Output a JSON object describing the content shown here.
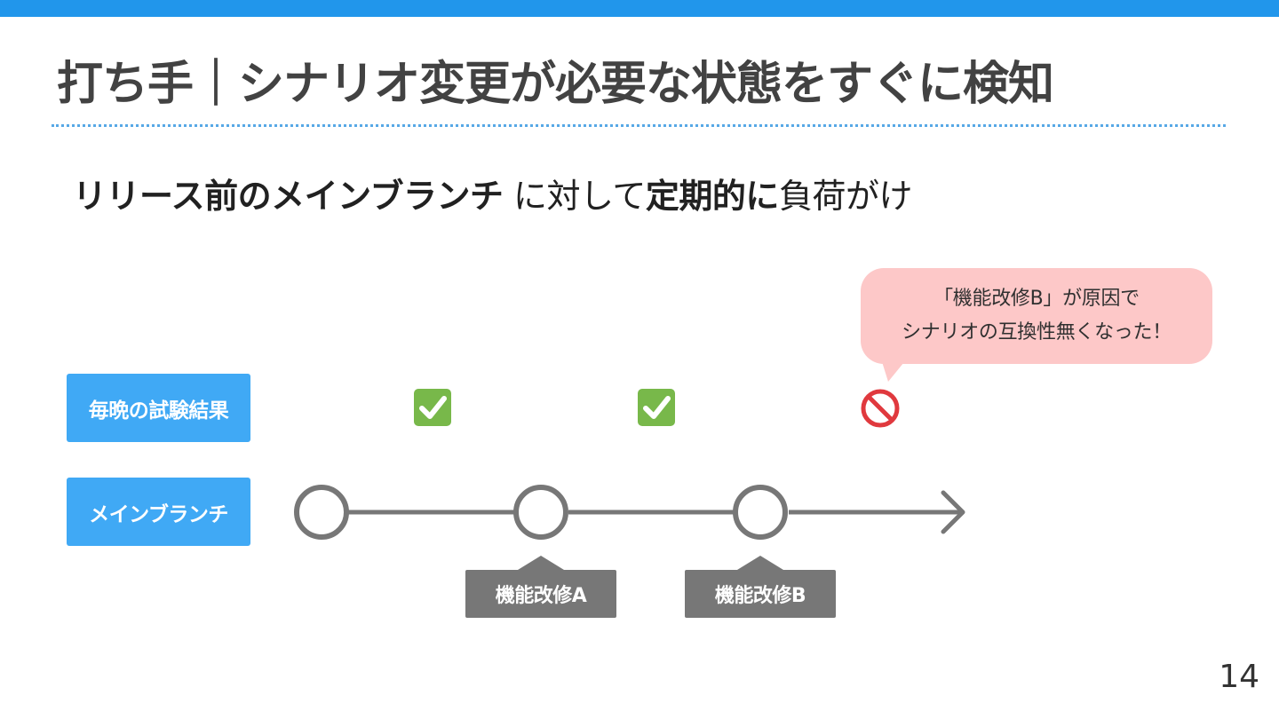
{
  "slide": {
    "title": "打ち手｜シナリオ変更が必要な状態をすぐに検知",
    "subtitle": {
      "bold_1": "リリース前のメインブランチ",
      "normal_1": " に対して",
      "bold_2": "定期的に",
      "normal_2": "負荷がけ"
    },
    "rows": {
      "test_results_label": "毎晩の試験結果",
      "main_branch_label": "メインブランチ"
    },
    "results": [
      {
        "status": "pass",
        "icon": "check-mark-icon"
      },
      {
        "status": "pass",
        "icon": "check-mark-icon"
      },
      {
        "status": "fail",
        "icon": "no-entry-icon"
      }
    ],
    "commit_tags": [
      "機能改修A",
      "機能改修B"
    ],
    "callout": {
      "line1": "「機能改修B」が原因で",
      "line2": "シナリオの互換性無くなった！"
    },
    "page_number": "14",
    "colors": {
      "accent_bar": "#2196eb",
      "label_bg": "#40a9f5",
      "check_green": "#78b84a",
      "no_entry_red": "#e0393e",
      "callout_bg": "#fdc8c8",
      "branch_gray": "#777777"
    }
  }
}
